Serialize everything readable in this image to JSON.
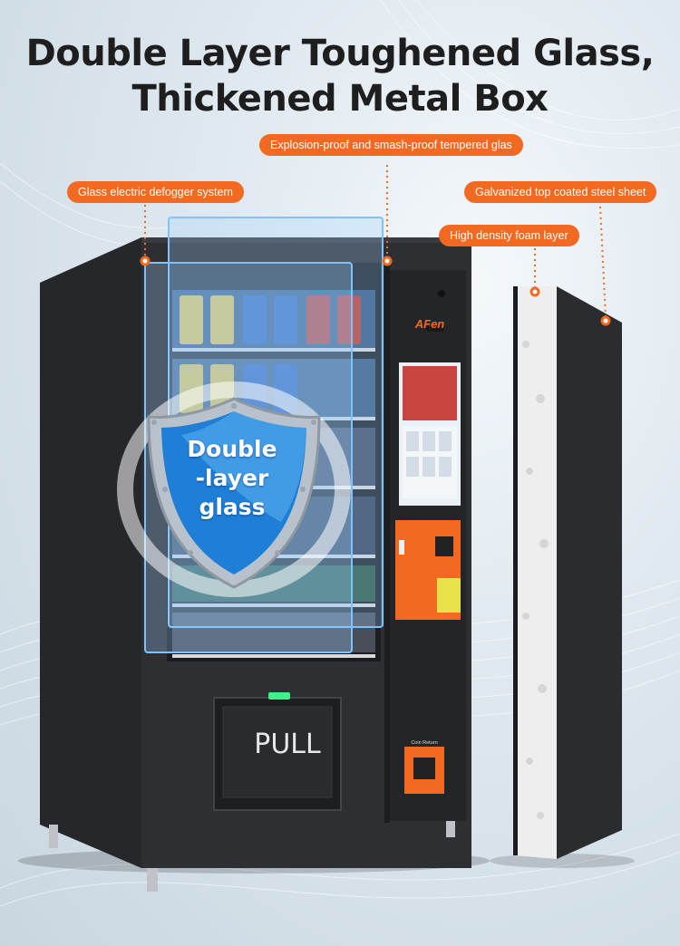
{
  "headline": {
    "line1": "Double Layer Toughened Glass,",
    "line2": "Thickened Metal Box"
  },
  "callouts": {
    "tempered_glass": "Explosion-proof and smash-proof tempered glas",
    "defogger": "Glass electric defogger system",
    "steel_sheet": "Galvanized top coated steel sheet",
    "foam_layer": "High density foam layer"
  },
  "shield": {
    "line1": "Double",
    "line2": "-layer",
    "line3": "glass"
  },
  "machine": {
    "brand": "AFen",
    "pickup_label": "PULL",
    "coin_return_label": "Coin Return"
  },
  "colors": {
    "accent": "#f26a21",
    "cabinet": "#2b2b2d",
    "glass_tint": "#9fd2ff",
    "shield_blue": "#1f7fd6"
  }
}
